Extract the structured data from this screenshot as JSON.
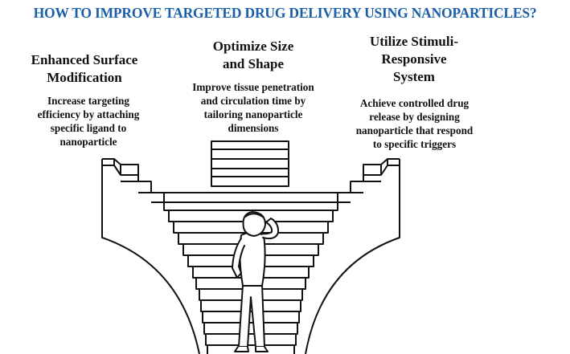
{
  "title": "HOW TO IMPROVE TARGETED DRUG DELIVERY USING NANOPARTICLES?",
  "colors": {
    "title": "#1a5fa8",
    "ink": "#111111",
    "background": "#ffffff"
  },
  "icons": [
    "staircase-illustration",
    "thinking-person-icon"
  ],
  "sections": [
    {
      "heading": [
        "Enhanced Surface",
        "Modification"
      ],
      "description": [
        "Increase targeting",
        "efficiency by attaching",
        "specific ligand to",
        "nanoparticle"
      ]
    },
    {
      "heading": [
        "Optimize Size",
        "and Shape"
      ],
      "description": [
        "Improve tissue penetration",
        "and circulation time by",
        "tailoring nanoparticle",
        "dimensions"
      ]
    },
    {
      "heading": [
        "Utilize Stimuli-",
        "Responsive",
        "System"
      ],
      "description": [
        "Achieve controlled drug",
        "release by designing",
        "nanoparticle that respond",
        "to specific triggers"
      ]
    }
  ]
}
